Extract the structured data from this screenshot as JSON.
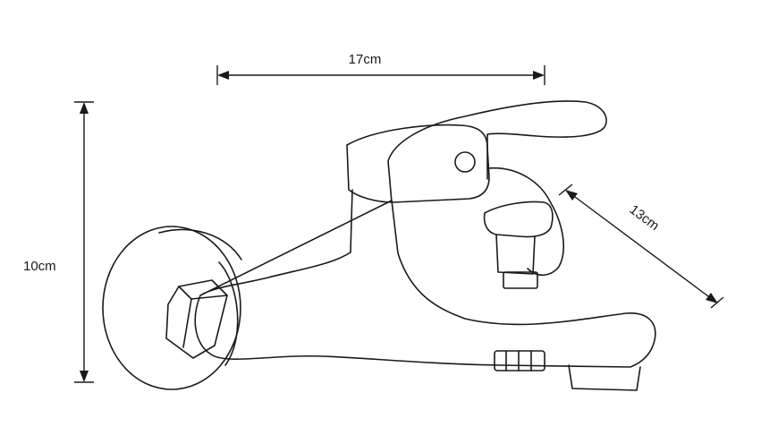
{
  "dimensions": {
    "width_label": "17cm",
    "height_label": "10cm",
    "depth_label": "13cm"
  },
  "colors": {
    "line": "#1a1a1a",
    "background": "#ffffff"
  }
}
